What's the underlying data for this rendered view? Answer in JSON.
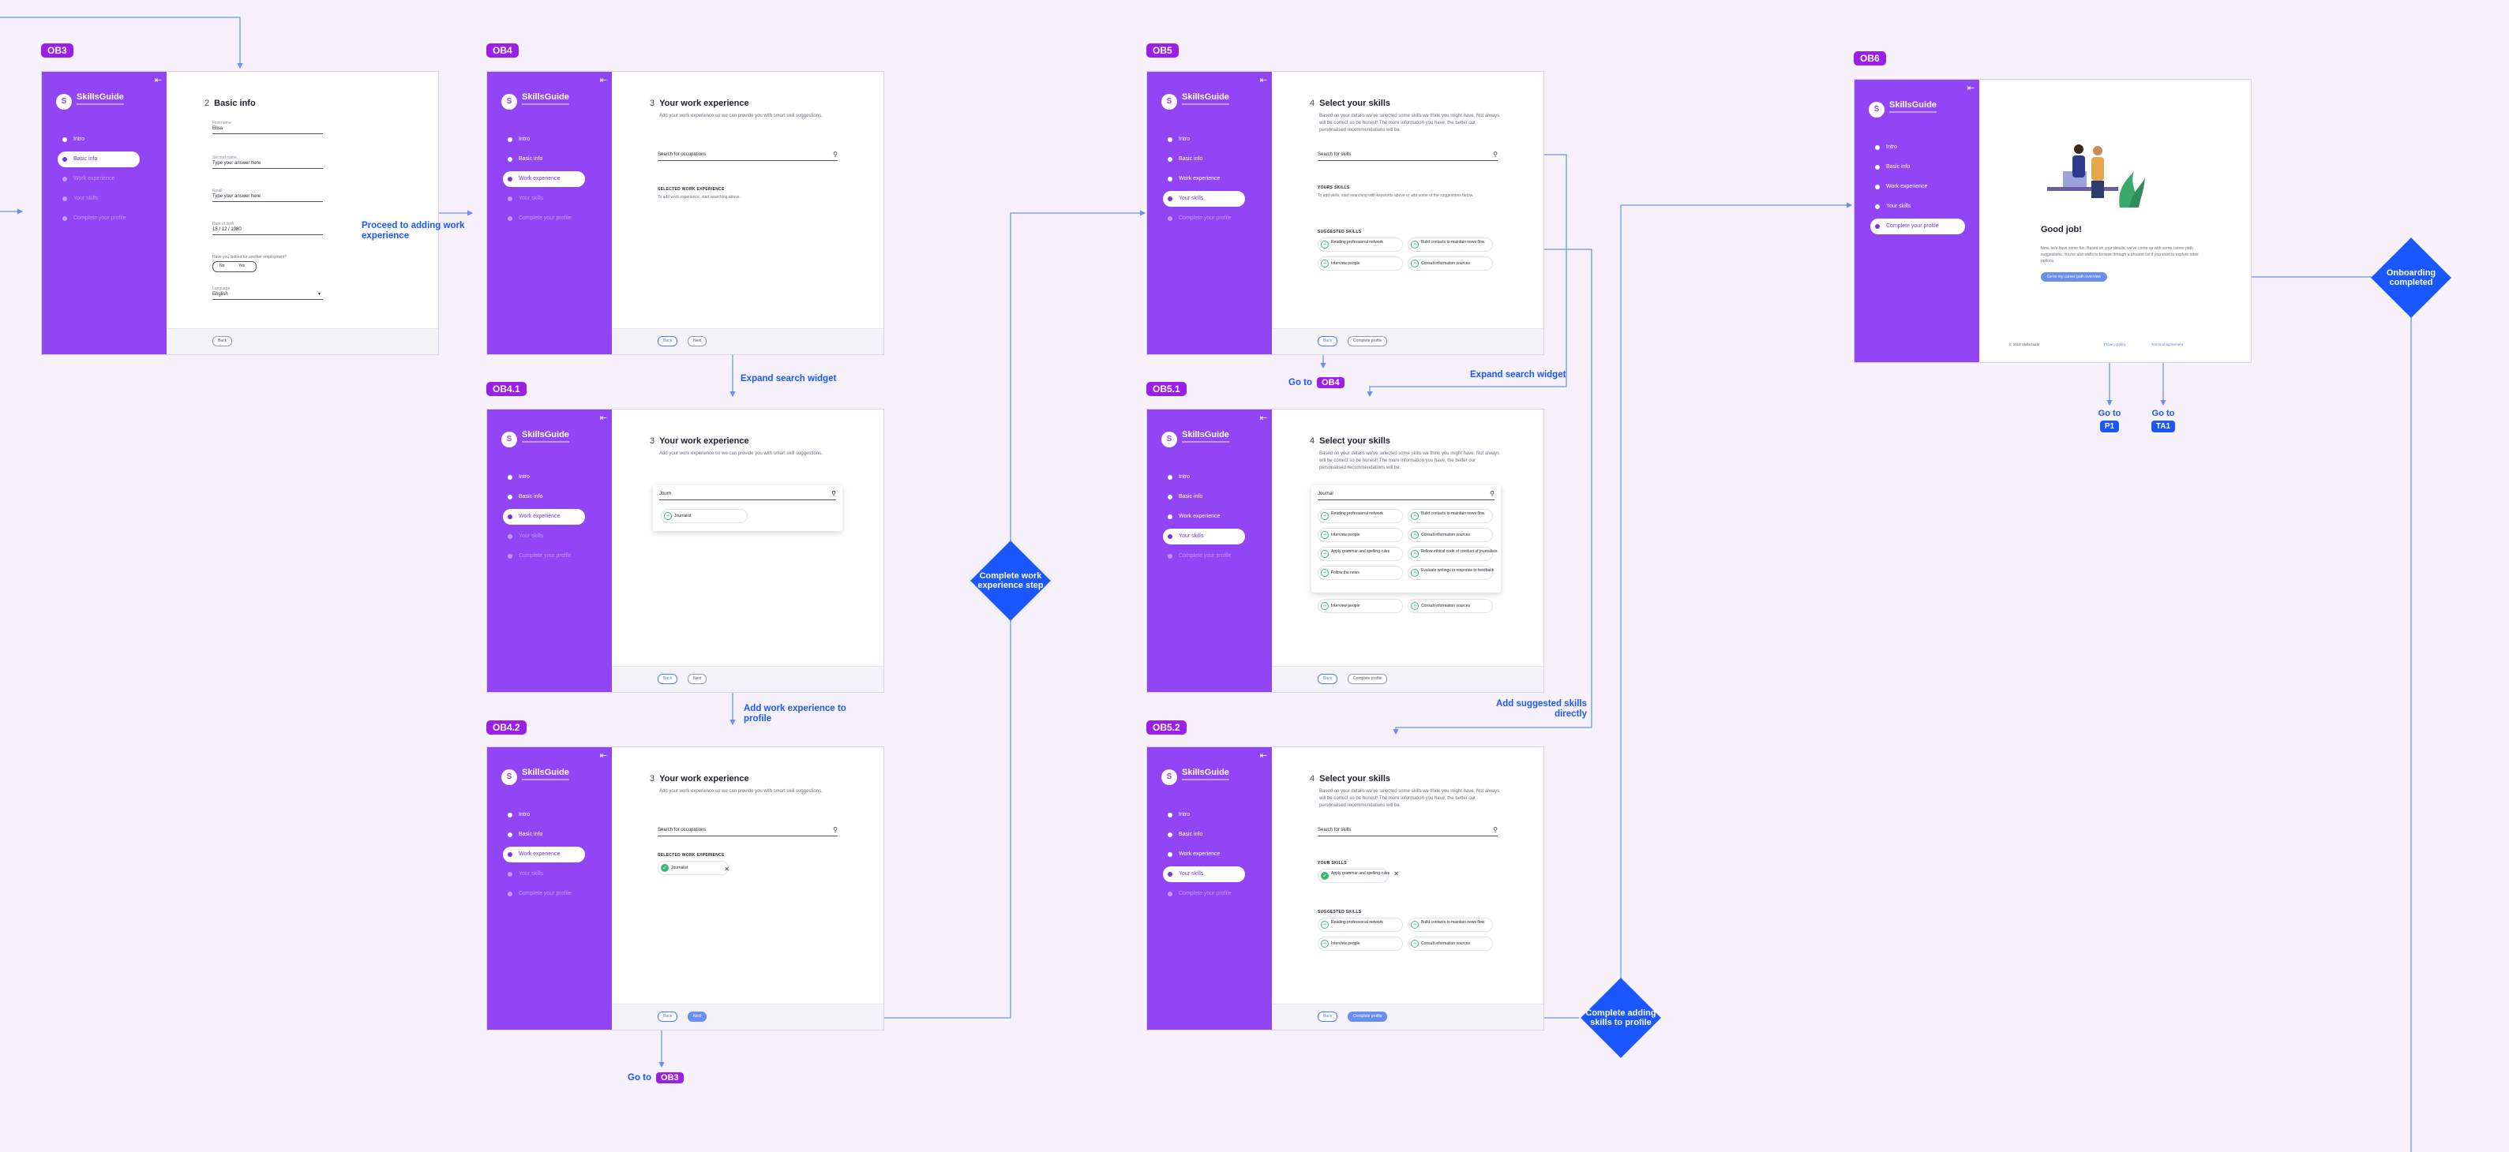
{
  "app": {
    "logo_name": "SkillsGuide",
    "logo_initial": "S"
  },
  "nav": [
    "Intro",
    "Basic info",
    "Work experience",
    "Your skills",
    "Complete your profile"
  ],
  "screens": {
    "ob3": {
      "badge": "OB3",
      "num": "2",
      "title": "Basic info",
      "fields": [
        {
          "label": "First name",
          "value": "Elisa"
        },
        {
          "label": "Second name",
          "value": "Type your answer here"
        },
        {
          "label": "Email",
          "value": "Type your answer here"
        },
        {
          "label": "Date of birth",
          "value": "15 / 12 / 1980"
        },
        {
          "label": "Language",
          "value": "English"
        }
      ],
      "toggle_q": "Have you looked for another employment?",
      "toggle_no": "No",
      "toggle_yes": "Yes",
      "back": "Back"
    },
    "ob4": {
      "badge": "OB4",
      "num": "3",
      "title": "Your work experience",
      "desc": "Add your work experience so we can provide you with smart skill suggestions.",
      "search": "Search for occupations",
      "selected_head": "SELECTED WORK EXPERIENCE",
      "hint": "To add work experience, start searching above.",
      "back": "Back",
      "next": "Next"
    },
    "ob41": {
      "badge": "OB4.1",
      "num": "3",
      "title": "Your work experience",
      "desc": "Add your work experience so we can provide you with smart skill suggestions.",
      "search": "Journ",
      "result": "Journalist",
      "back": "Back",
      "next": "Next"
    },
    "ob42": {
      "badge": "OB4.2",
      "num": "3",
      "title": "Your work experience",
      "desc": "Add your work experience so we can provide you with smart skill suggestions.",
      "search": "Search for occupations",
      "selected_head": "SELECTED WORK EXPERIENCE",
      "selected": "Journalist",
      "back": "Back",
      "next": "Next"
    },
    "ob5": {
      "badge": "OB5",
      "num": "4",
      "title": "Select your skills",
      "desc": "Based on your details we've selected some skills we think you might have. Not always will be correct so be honest! The more information you have, the better our personalised recommendations will be.",
      "search": "Search for skills",
      "your_head": "YOURS SKILLS",
      "hint": "To add skills, start searching with keywords above or add some of the suggestions below.",
      "suggested_head": "SUGGESTED SKILLS",
      "chips": [
        "Reading professional network",
        "Build contacts to maintain news flow",
        "Interview people",
        "Consult information sources"
      ],
      "back": "Back",
      "complete": "Complete profile"
    },
    "ob51": {
      "badge": "OB5.1",
      "num": "4",
      "title": "Select your skills",
      "desc": "Based on your details we've selected some skills we think you might have. Not always will be correct so be honest! The more information you have, the better our personalised recommendations will be.",
      "search": "Journal",
      "chips": [
        "Reading professional network",
        "Build contacts to maintain news flow",
        "Interview people",
        "Consult information sources",
        "Apply grammar and spelling rules",
        "Follow ethical code of conduct of journalists",
        "Follow the news",
        "Evaluate writings in response to feedback"
      ],
      "below": [
        "Interview people",
        "Consult information sources"
      ],
      "back": "Back",
      "complete": "Complete profile"
    },
    "ob52": {
      "badge": "OB5.2",
      "num": "4",
      "title": "Select your skills",
      "desc": "Based on your details we've selected some skills we think you might have. Not always will be correct so be honest! The more information you have, the better our personalised recommendations will be.",
      "search": "Search for skills",
      "your_head": "YOUR SKILLS",
      "selected": "Apply grammar and spelling rules",
      "suggested_head": "SUGGESTED SKILLS",
      "chips": [
        "Reading professional network",
        "Build contacts to maintain news flow",
        "Interview people",
        "Consult information sources"
      ],
      "back": "Back",
      "complete": "Complete profile"
    },
    "ob6": {
      "badge": "OB6",
      "title": "Good job!",
      "desc": "Now, let's have some fun. Based on your details, we've come up with some career path suggestions. You've also skills to browse through a broader list if you want to explore other options.",
      "cta": "Go to my career path overview",
      "footer": "© 2019 SkillsGuide",
      "link1": "Privacy policy",
      "link2": "Terms of agreement"
    }
  },
  "annotations": {
    "proceed": "Proceed to adding work experience",
    "expand1": "Expand search widget",
    "add_work": "Add work experience to profile",
    "expand2": "Expand search widget",
    "add_suggested": "Add suggested skills directly",
    "goto_ob4_label": "Go to",
    "goto_ob4_tag": "OB4",
    "goto_ob3_label": "Go to",
    "goto_ob3_tag": "OB3",
    "goto_p1_label": "Go to",
    "goto_p1_tag": "P1",
    "goto_ta1_label": "Go to",
    "goto_ta1_tag": "TA1"
  },
  "decisions": {
    "complete_work": "Complete work experience step",
    "complete_skills": "Complete adding skills to profile",
    "onboarding": "Onboarding completed"
  },
  "colors": {
    "sidebar": "#9245f5",
    "badge": "#9b1fe6",
    "flow": "#1a57ff",
    "accent": "#6a8ff0"
  }
}
